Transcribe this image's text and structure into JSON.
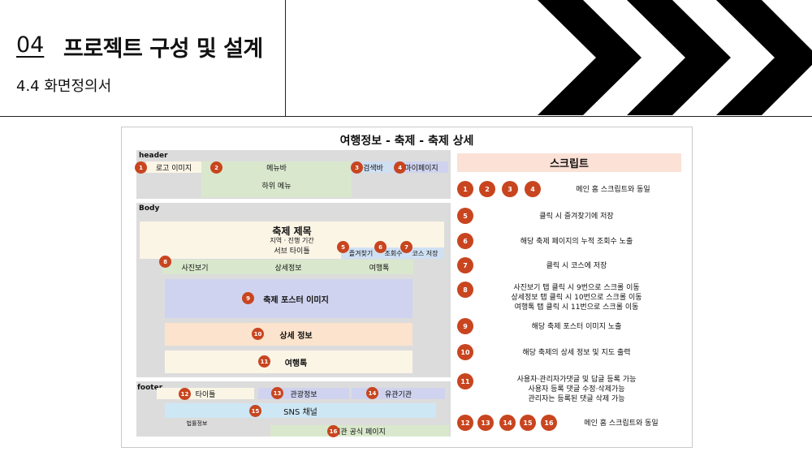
{
  "slide": {
    "section_number": "04",
    "section_title": "프로젝트 구성 및 설계",
    "subtitle": "4.4 화면정의서"
  },
  "panel": {
    "title": "여행정보 - 축제 - 축제 상세",
    "header_label": "header",
    "body_label": "Body",
    "footer_label": "footer",
    "header": {
      "logo": "로고 이미지",
      "menubar": "메뉴바",
      "search": "검색바",
      "mypage": "마이페이지",
      "submenu": "하위 메뉴"
    },
    "body": {
      "festival_title": "축제 제목",
      "region_period": "지역 · 진행 기간",
      "subtitle": "서브 타이틀",
      "favorite": "즐겨찾기",
      "views": "조회수",
      "course_save": "코스 저장",
      "tab_photos": "사진보기",
      "tab_detail": "상세정보",
      "tab_talk": "여행톡",
      "poster": "축제 포스터 이미지",
      "detail_info": "상세 정보",
      "travel_talk": "여행톡"
    },
    "footer": {
      "title": "타이틀",
      "tourism_info": "관광정보",
      "related_org": "유관기관",
      "sns": "SNS 채널",
      "legal": "법률정보",
      "official_page": "기관 공식 페이지"
    },
    "badges": [
      "1",
      "2",
      "3",
      "4",
      "5",
      "6",
      "7",
      "8",
      "9",
      "10",
      "11",
      "12",
      "13",
      "14",
      "15",
      "16"
    ]
  },
  "script": {
    "header": "스크립트",
    "rows": [
      {
        "badges": [
          "1",
          "2",
          "3",
          "4"
        ],
        "text": "메인 홈 스크립트와 동일"
      },
      {
        "badges": [
          "5"
        ],
        "text": "클릭 시 즐겨찾기에 저장"
      },
      {
        "badges": [
          "6"
        ],
        "text": "해당 축제 페이지의 누적 조회수 노출"
      },
      {
        "badges": [
          "7"
        ],
        "text": "클릭 시 코스에 저장"
      },
      {
        "badges": [
          "8"
        ],
        "text": "사진보기 탭 클릭 시 9번으로 스크롤 이동\n상세정보 탭 클릭 시 10번으로 스크롤 이동\n여행톡 탭 클릭 시 11번으로 스크롤 이동"
      },
      {
        "badges": [
          "9"
        ],
        "text": "해당 축제 포스터 이미지 노출"
      },
      {
        "badges": [
          "10"
        ],
        "text": "해당 축제의 상세 정보 및 지도 출력"
      },
      {
        "badges": [
          "11"
        ],
        "text": "사용자·관리자가댓글 및 답글 등록 가능\n사용자 등록 댓글 수정·삭제가능\n관리자는 등록된 댓글 삭제 가능"
      },
      {
        "badges": [
          "12",
          "13",
          "14",
          "15",
          "16"
        ],
        "text": "메인 홈 스크립트와 동일"
      }
    ]
  },
  "colors": {
    "badge": "#c8451f",
    "gray_area": "#dcdcdc",
    "cream": "#fbf5e6",
    "green": "#d9e8cc",
    "blue": "#cfe0f3",
    "lavender": "#cfd3ef",
    "peach": "#fbe3cd",
    "light_blue": "#cde7f5",
    "script_header_bg": "#fbe1d6"
  }
}
